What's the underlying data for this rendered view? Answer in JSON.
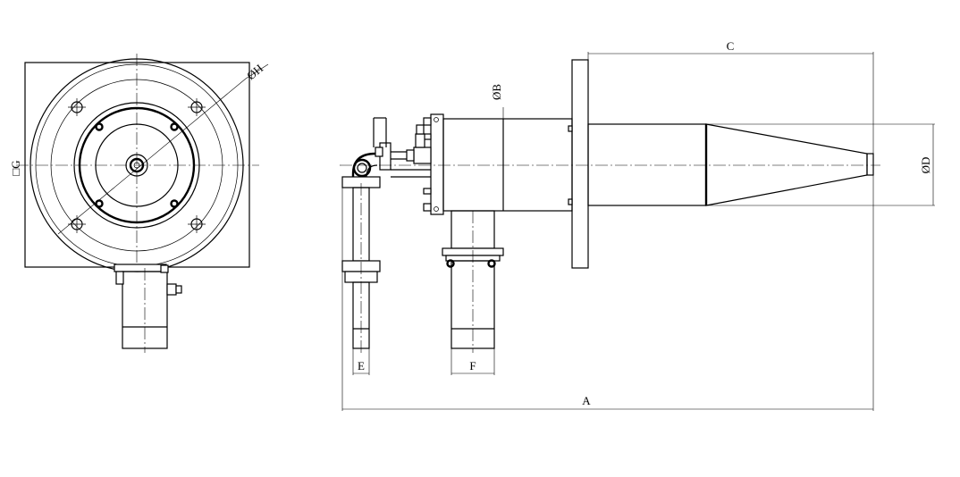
{
  "labels": {
    "A": "A",
    "B": "ØB",
    "C": "C",
    "D": "ØD",
    "E": "E",
    "F": "F",
    "G": "□G",
    "H": "ØH"
  }
}
